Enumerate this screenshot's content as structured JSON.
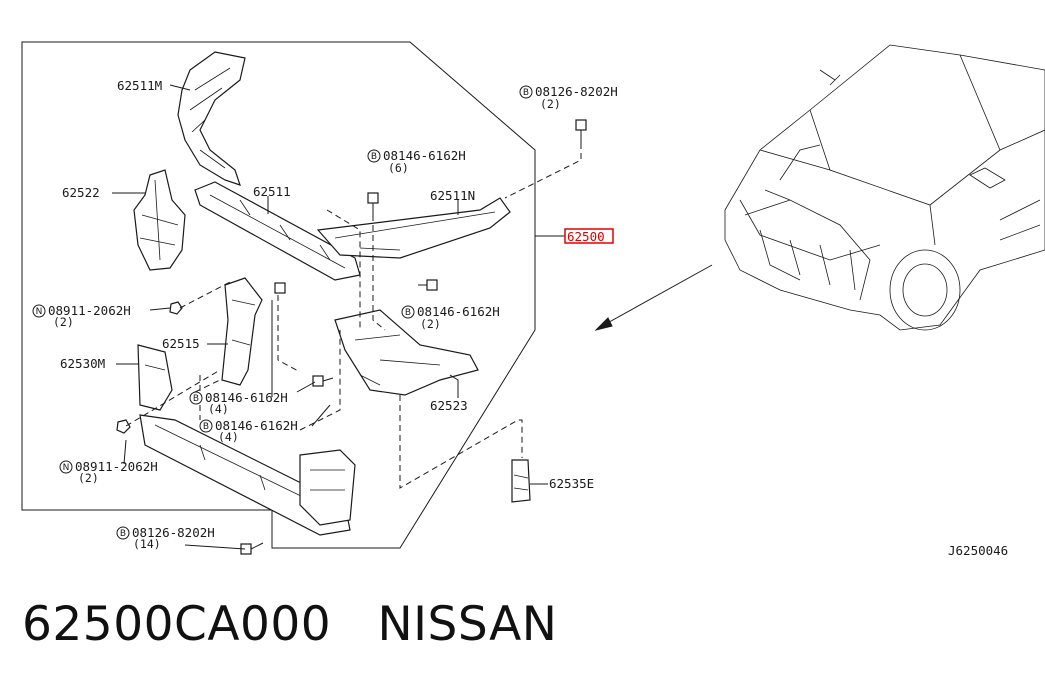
{
  "labels": {
    "p62511M": "62511M",
    "b08126_top": "08126-8202H",
    "b08126_top_qty": "(2)",
    "b08146_a": "08146-6162H",
    "b08146_a_qty": "(6)",
    "p62522": "62522",
    "p62511": "62511",
    "p62511N": "62511N",
    "p62500": "62500",
    "n08911_a": "08911-2062H",
    "n08911_a_qty": "(2)",
    "b08146_b": "08146-6162H",
    "b08146_b_qty": "(2)",
    "p62515": "62515",
    "p62530M": "62530M",
    "b08146_c": "08146-6162H",
    "b08146_c_qty": "(4)",
    "b08146_d": "08146-6162H",
    "b08146_d_qty": "(4)",
    "p62523": "62523",
    "n08911_b": "08911-2062H",
    "n08911_b_qty": "(2)",
    "p62535E": "62535E",
    "b08126_bot": "08126-8202H",
    "b08126_bot_qty": "(14)",
    "diagram_code": "J6250046",
    "bolt_symbol": "B",
    "nut_symbol": "N"
  },
  "highlight_color": "#e00000",
  "caption": "62500CA000   NISSAN"
}
